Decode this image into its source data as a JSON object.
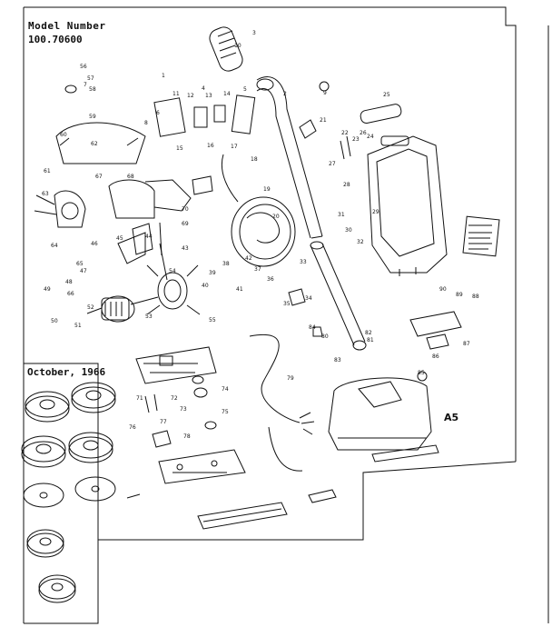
{
  "header": {
    "model_label": "Model Number",
    "model_number": "100.70600"
  },
  "revision": {
    "date": "October, 1966"
  },
  "sheet": {
    "code": "A5"
  },
  "callouts": [
    "1",
    "2",
    "3",
    "4",
    "5",
    "6",
    "7",
    "8",
    "9",
    "10",
    "11",
    "12",
    "13",
    "14",
    "15",
    "16",
    "17",
    "18",
    "19",
    "20",
    "21",
    "22",
    "23",
    "24",
    "25",
    "26",
    "27",
    "28",
    "29",
    "30",
    "31",
    "32",
    "33",
    "34",
    "35",
    "36",
    "37",
    "38",
    "39",
    "40",
    "41",
    "42",
    "43",
    "44",
    "45",
    "46",
    "47",
    "48",
    "49",
    "50",
    "51",
    "52",
    "53",
    "54",
    "55",
    "56",
    "57",
    "58",
    "59",
    "60",
    "61",
    "62",
    "63",
    "64",
    "65",
    "66",
    "67",
    "68",
    "69",
    "70",
    "71",
    "72",
    "73",
    "74",
    "75",
    "76",
    "77",
    "78",
    "79",
    "80",
    "81",
    "82",
    "83",
    "84",
    "85",
    "86",
    "87",
    "88",
    "89",
    "90"
  ],
  "colors": {
    "ink": "#111111",
    "paper": "#ffffff"
  }
}
